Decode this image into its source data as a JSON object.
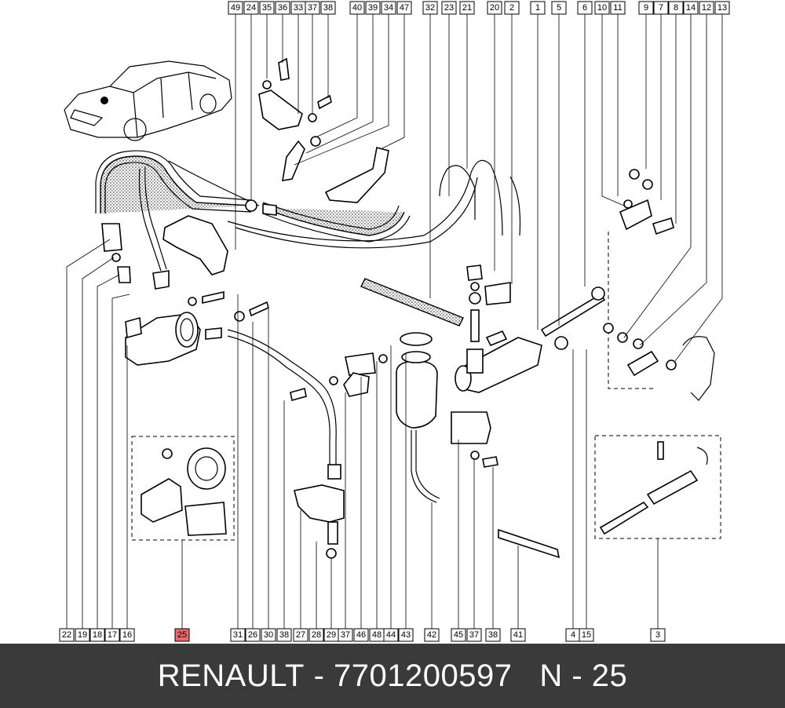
{
  "footer": {
    "brand": "RENAULT",
    "separator": "-",
    "part_number": "7701200597",
    "page_code": "N - 25"
  },
  "callouts": {
    "top": [
      "49",
      "24",
      "35",
      "36",
      "33",
      "37",
      "38",
      "40",
      "39",
      "34",
      "47",
      "32",
      "23",
      "21",
      "20",
      "2",
      "1",
      "5",
      "6",
      "10",
      "11",
      "9",
      "7",
      "8",
      "14",
      "12",
      "13"
    ],
    "bottom": [
      "22",
      "19",
      "18",
      "17",
      "16",
      "25",
      "31",
      "26",
      "30",
      "38",
      "27",
      "28",
      "29",
      "37",
      "46",
      "48",
      "44",
      "43",
      "42",
      "45",
      "37",
      "38",
      "41",
      "4",
      "15",
      "3"
    ],
    "highlighted": "25"
  }
}
